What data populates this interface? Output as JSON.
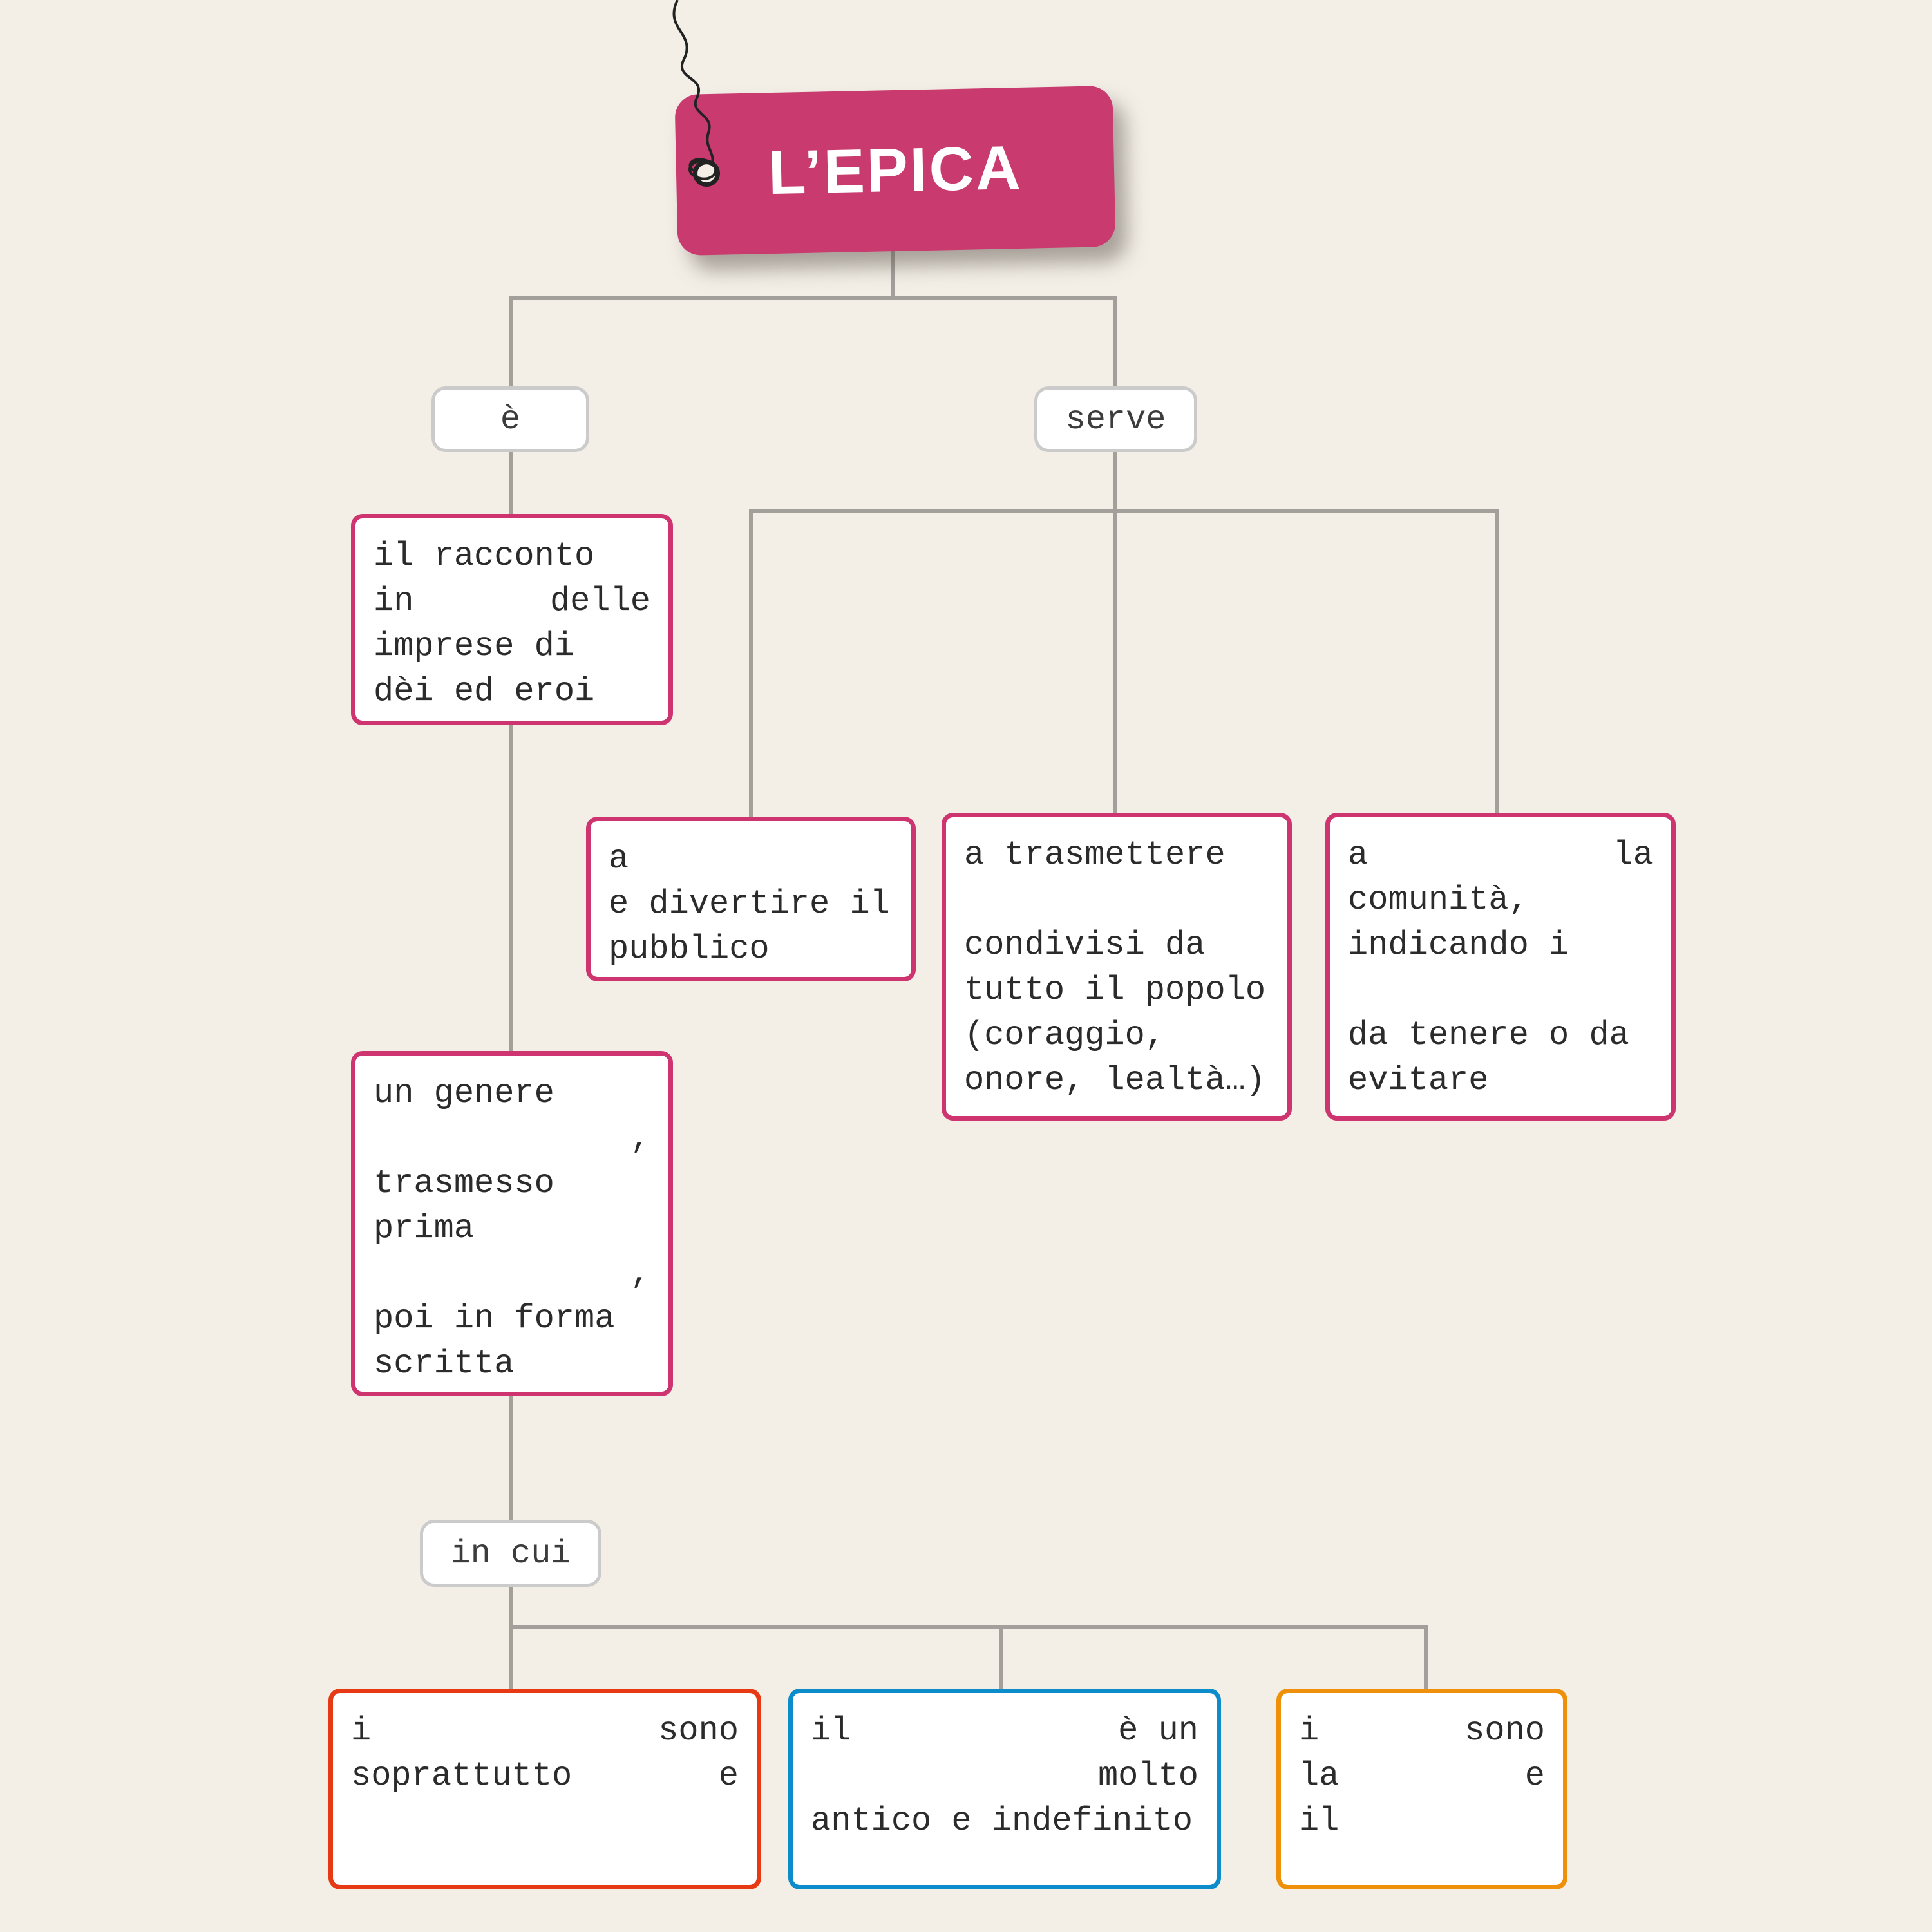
{
  "title": "L’EPICA",
  "colors": {
    "background": "#f3efe7",
    "tag": "#c93a6f",
    "pink_border": "#ce3570",
    "red_border": "#e63914",
    "blue_border": "#0d8ccb",
    "orange_border": "#ee9009",
    "connector": "#a3a09b"
  },
  "labels": {
    "is": "è",
    "serves": "serve",
    "in_which": "in cui"
  },
  "boxes": {
    "definition": {
      "lines": [
        {
          "l": "il racconto",
          "r": ""
        },
        {
          "l": "in",
          "r": "delle"
        },
        {
          "l": "imprese di",
          "r": ""
        },
        {
          "l": "dèi ed eroi",
          "r": ""
        }
      ]
    },
    "genre": {
      "lines": [
        {
          "l": "un genere",
          "r": ""
        },
        {
          "l": "",
          "r": ","
        },
        {
          "l": "trasmesso",
          "r": ""
        },
        {
          "l": "prima",
          "r": ""
        },
        {
          "l": "",
          "r": ","
        },
        {
          "l": "poi in forma",
          "r": ""
        },
        {
          "l": "scritta",
          "r": ""
        }
      ]
    },
    "entertain": {
      "lines": [
        {
          "l": "a",
          "r": ""
        },
        {
          "l": "e divertire il",
          "r": ""
        },
        {
          "l": "pubblico",
          "r": ""
        }
      ]
    },
    "values": {
      "lines": [
        {
          "l": "a trasmettere",
          "r": ""
        },
        {
          "l": "",
          "r": ""
        },
        {
          "l": "condivisi da",
          "r": ""
        },
        {
          "l": "tutto il popolo",
          "r": ""
        },
        {
          "l": "(coraggio,",
          "r": ""
        },
        {
          "l": "onore, lealtà…)",
          "r": ""
        }
      ]
    },
    "community": {
      "lines": [
        {
          "l": "a",
          "r": "la"
        },
        {
          "l": "comunità,",
          "r": ""
        },
        {
          "l": "indicando i",
          "r": ""
        },
        {
          "l": "",
          "r": ""
        },
        {
          "l": "da tenere o da",
          "r": ""
        },
        {
          "l": "evitare",
          "r": ""
        }
      ]
    },
    "characters": {
      "lines": [
        {
          "l": "i",
          "r": "sono"
        },
        {
          "l": "soprattutto",
          "r": "e"
        },
        {
          "l": "",
          "r": ""
        }
      ]
    },
    "time": {
      "lines": [
        {
          "l": "il",
          "r": "è un"
        },
        {
          "l": "",
          "r": "molto"
        },
        {
          "l": "antico e indefinito",
          "r": ""
        }
      ]
    },
    "places": {
      "lines": [
        {
          "l": "i",
          "r": "sono"
        },
        {
          "l": "la",
          "r": "e"
        },
        {
          "l": "il",
          "r": ""
        }
      ]
    }
  }
}
